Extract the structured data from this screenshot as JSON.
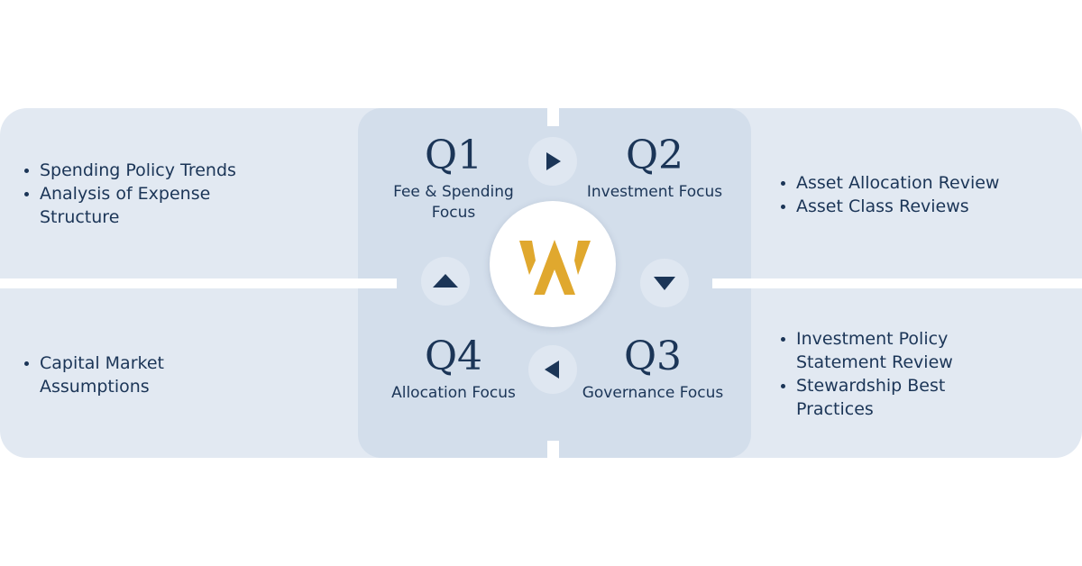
{
  "colors": {
    "navy": "#1b3557",
    "gold": "#e0a82e",
    "panel": "#e2e9f2",
    "center": "#d3deeb"
  },
  "logo": {
    "text": "W",
    "icon": "w-logo-icon"
  },
  "quarters": [
    {
      "label": "Q1",
      "caption": "Fee & Spending Focus",
      "items": [
        "Spending Policy Trends",
        "Analysis of Expense Structure"
      ]
    },
    {
      "label": "Q2",
      "caption": "Investment Focus",
      "items": [
        "Asset Allocation Review",
        "Asset Class Reviews"
      ]
    },
    {
      "label": "Q3",
      "caption": "Governance Focus",
      "items": [
        "Investment Policy Statement Review",
        "Stewardship Best Practices"
      ]
    },
    {
      "label": "Q4",
      "caption": "Allocation Focus",
      "items": [
        "Capital Market Assumptions"
      ]
    }
  ],
  "arrows": [
    "arrow-right-icon",
    "arrow-down-icon",
    "arrow-left-icon",
    "arrow-up-icon"
  ]
}
